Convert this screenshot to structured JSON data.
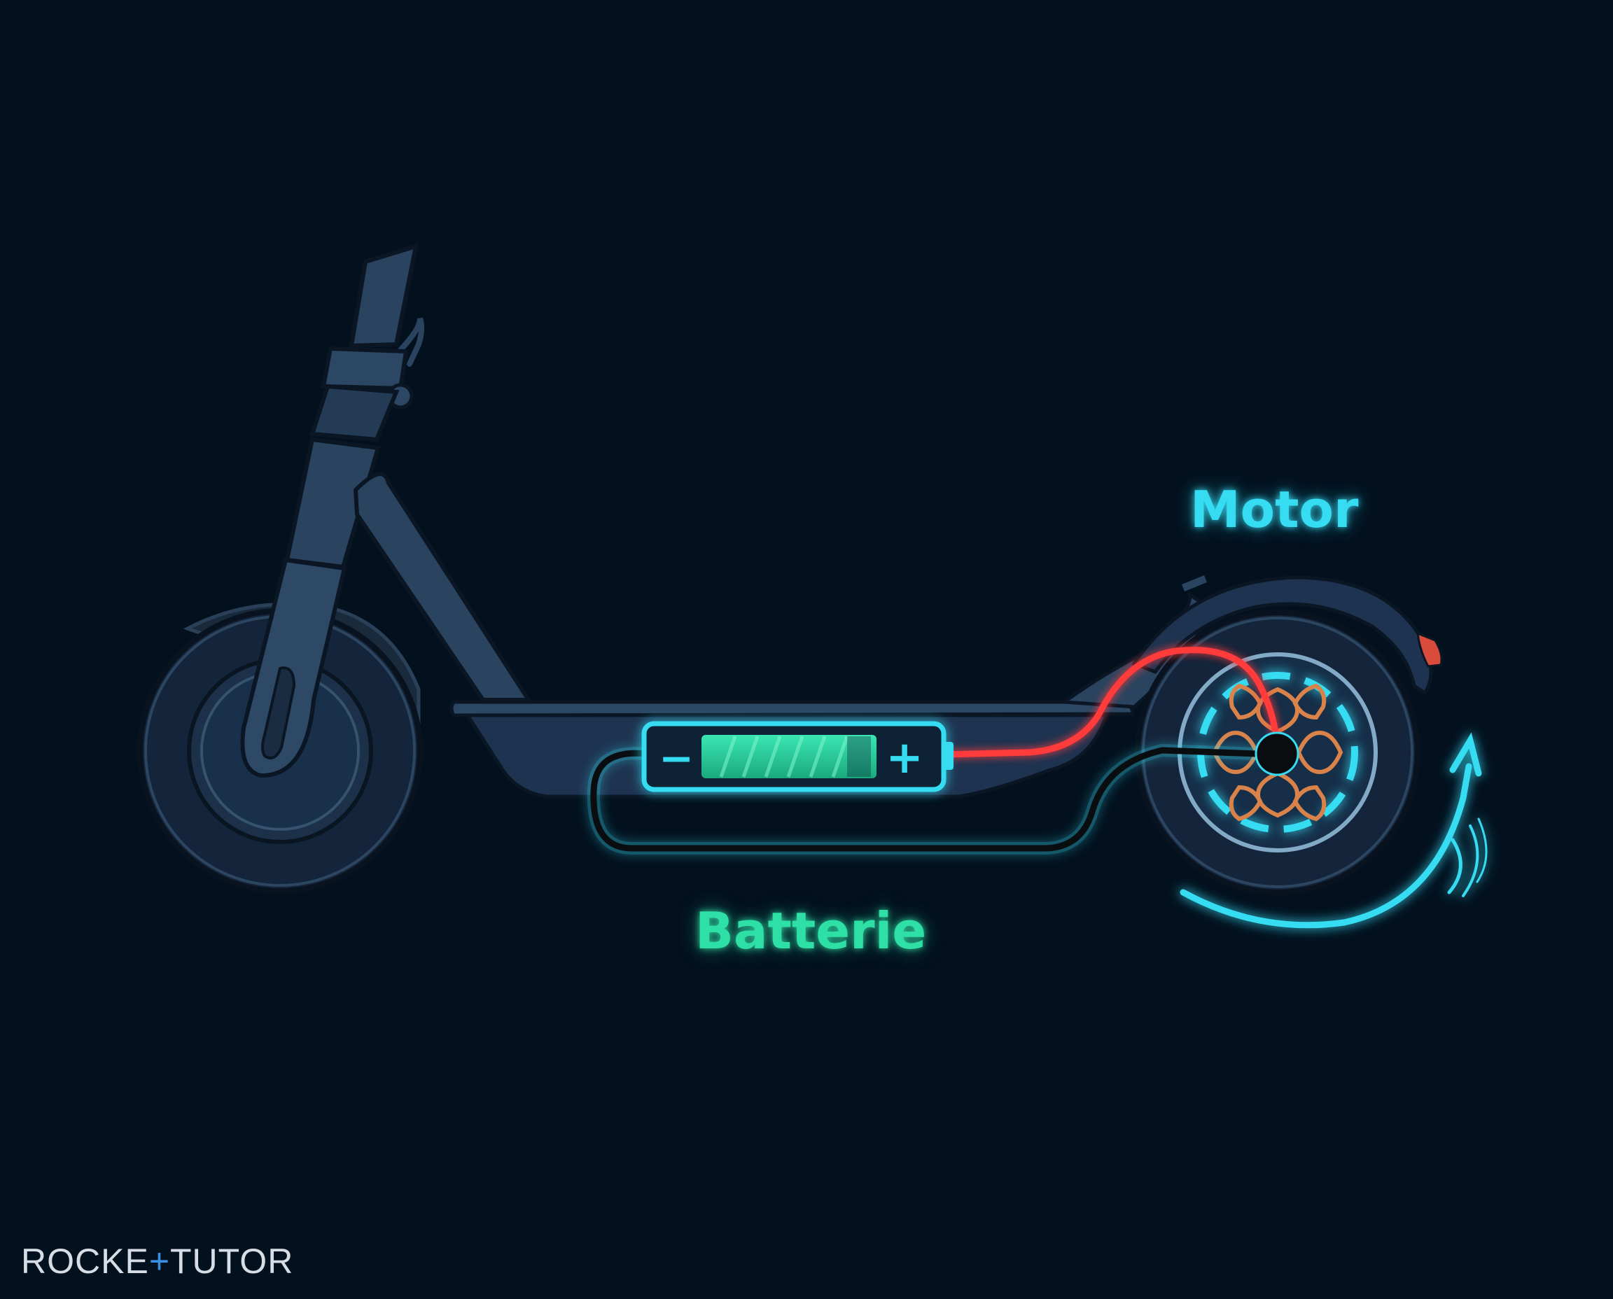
{
  "labels": {
    "motor": "Motor",
    "battery": "Batterie"
  },
  "battery_symbols": {
    "minus": "−",
    "plus": "+"
  },
  "logo": {
    "part1": "ROCKE",
    "part2": "+",
    "part3": "TUTO",
    "part4": "R"
  },
  "colors": {
    "background": "#03111f",
    "frame": "#1e3247",
    "frame_edge": "#2f4b66",
    "glow_cyan": "#35dcf2",
    "battery_green": "#2fe0a6",
    "wire_red": "#ff3b3b",
    "wire_black": "#0a0d10",
    "coil_copper": "#d9824a"
  },
  "icons": {
    "rotation": "curved-arrow-icon",
    "motor": "motor-coil-icon",
    "battery": "battery-icon"
  }
}
